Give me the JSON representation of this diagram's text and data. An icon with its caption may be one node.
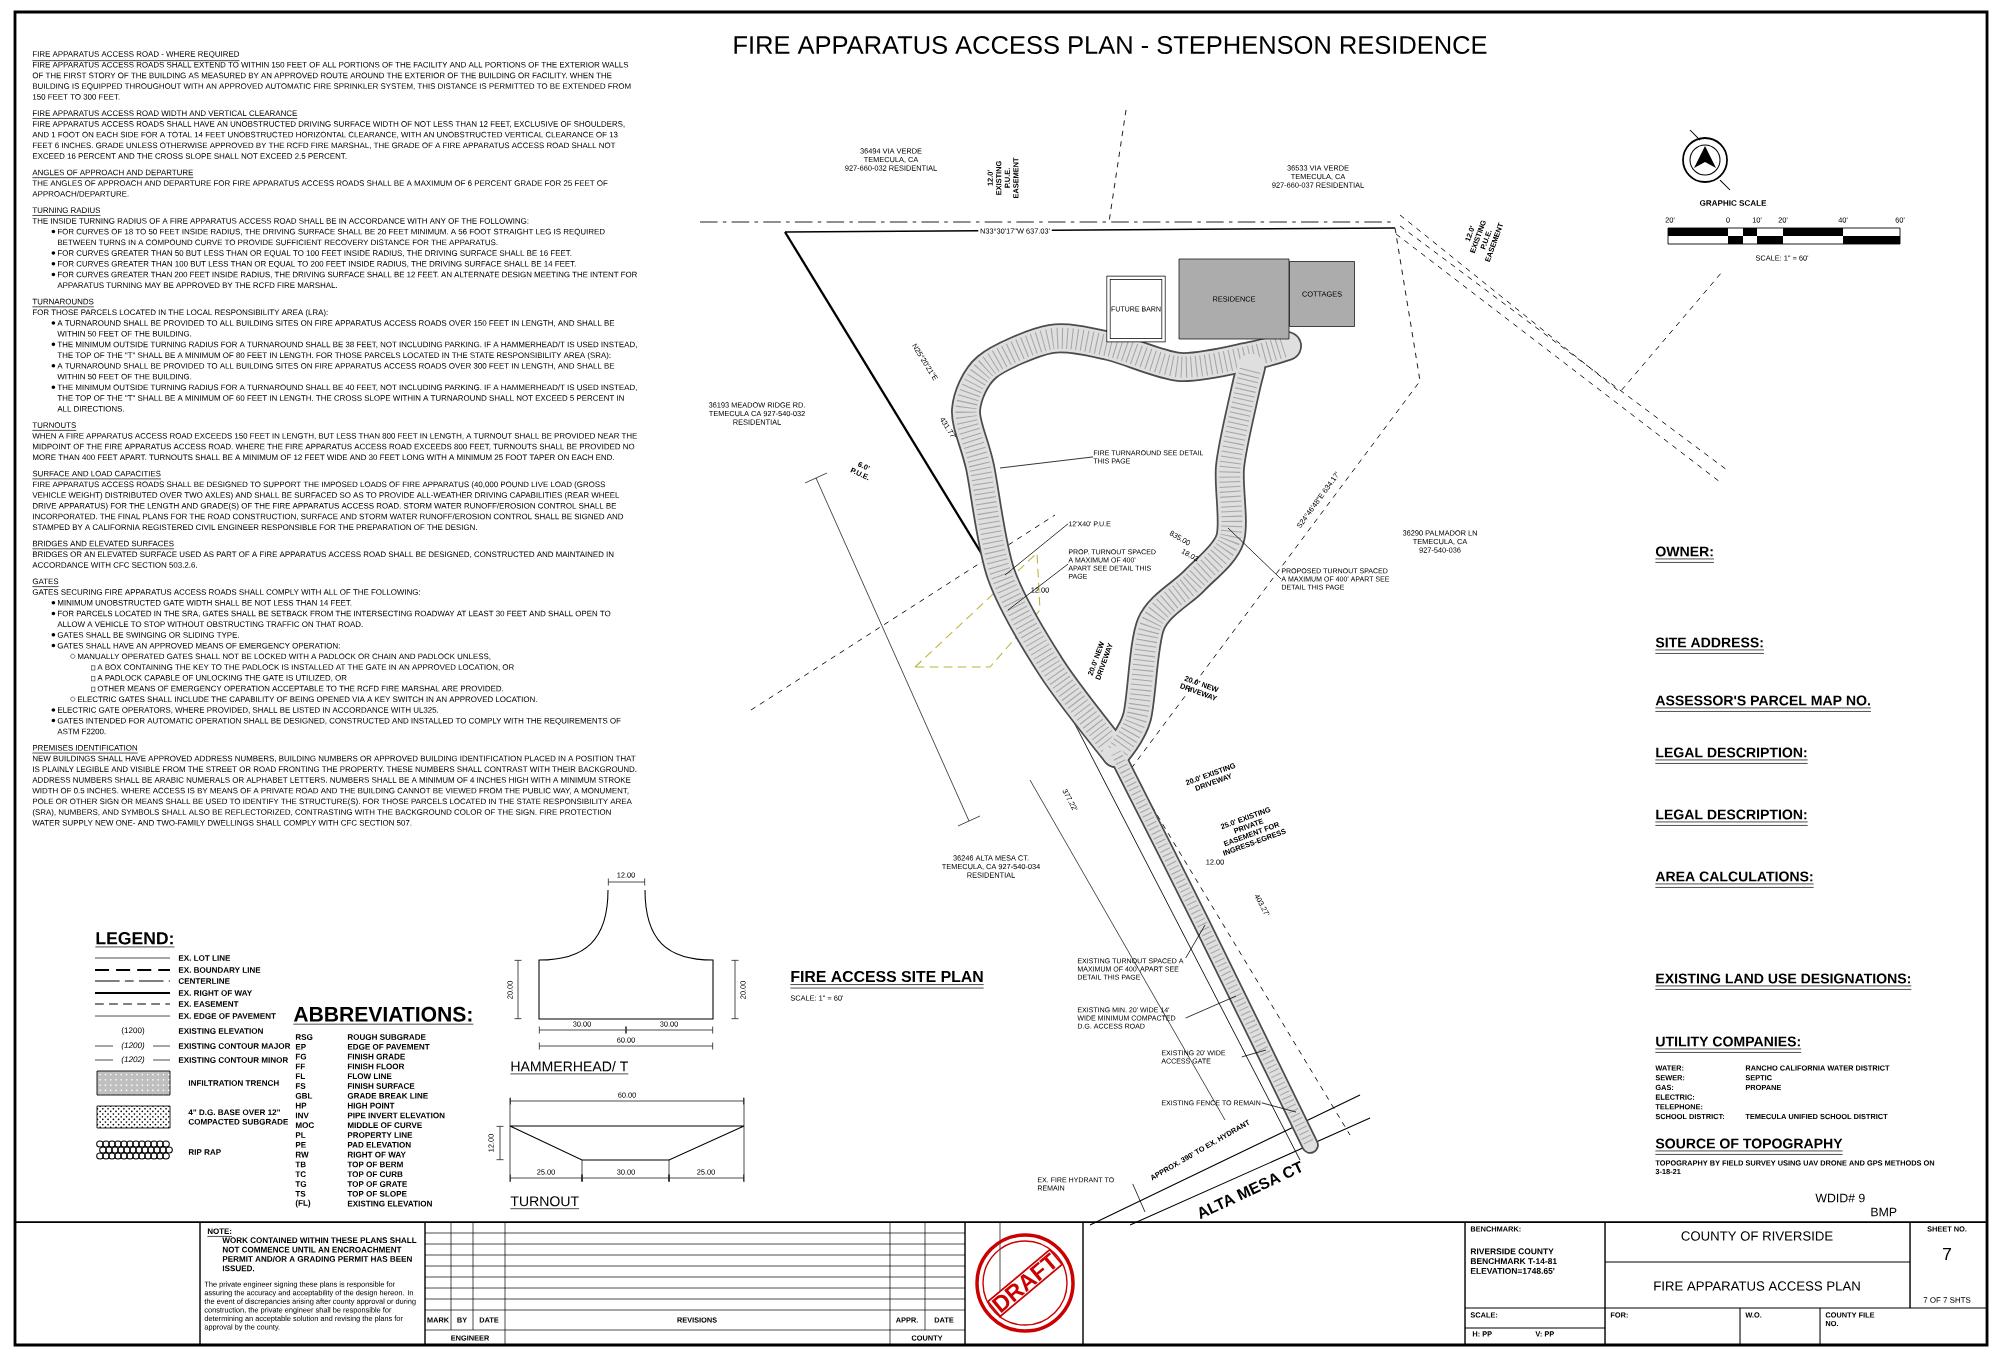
{
  "diagram": {
    "title": "FIRE APPARATUS ACCESS PLAN - STEPHENSON RESIDENCE",
    "nodes": [
      {
        "text": [
          "FUTURE BARN"
        ]
      },
      {
        "text": [
          "RESIDENCE"
        ]
      },
      {
        "text": [
          "COTTAGES"
        ]
      },
      {
        "text": [
          "FIRE TURNAROUND SEE DETAIL THIS PAGE"
        ]
      },
      {
        "text": [
          "12'X40' P.U.E"
        ]
      },
      {
        "text": [
          "PROP. TURNOUT SPACED A MAXIMUM OF 400' APART SEE DETAIL THIS PAGE"
        ]
      },
      {
        "text": [
          "PROPOSED TURNOUT SPACED A MAXIMUM OF 400' APART SEE DETAIL THIS PAGE"
        ]
      },
      {
        "text": [
          "EXISTING TURNOUT SPACED A MAXIMUM OF 400' APART SEE DETAIL THIS PAGE"
        ]
      },
      {
        "text": [
          "EXISTING MIN. 20' WIDE 14' WIDE MINIMUM COMPACTED D.G. ACCESS ROAD"
        ]
      },
      {
        "text": [
          "EXISTING 20' WIDE ACCESS GATE"
        ]
      },
      {
        "text": [
          "EXISTING FENCE TO REMAIN"
        ]
      },
      {
        "text": [
          "EX. FIRE HYDRANT TO REMAIN"
        ]
      }
    ],
    "edges": [
      {
        "from": 3,
        "to": null,
        "arrow": "none"
      },
      {
        "from": 4,
        "to": null,
        "arrow": "none"
      },
      {
        "from": 5,
        "to": null,
        "arrow": "none"
      },
      {
        "from": 6,
        "to": null,
        "arrow": "none"
      },
      {
        "from": 7,
        "to": null,
        "arrow": "none"
      },
      {
        "from": 8,
        "to": null,
        "arrow": "none"
      },
      {
        "from": 9,
        "to": null,
        "arrow": "none"
      },
      {
        "from": 10,
        "to": null,
        "arrow": "none"
      },
      {
        "from": 11,
        "to": null,
        "arrow": "none"
      }
    ],
    "labels": [
      "FIRE APPARATUS ACCESS ROAD - WHERE REQUIRED",
      "FIRE APPARATUS ACCESS ROADS SHALL EXTEND TO WITHIN 150 FEET OF ALL PORTIONS OF THE FACILITY AND ALL PORTIONS OF THE EXTERIOR WALLS OF THE FIRST STORY OF THE BUILDING AS MEASURED BY AN APPROVED ROUTE AROUND THE EXTERIOR OF THE BUILDING OR FACILITY. WHEN THE BUILDING IS EQUIPPED THROUGHOUT WITH AN APPROVED AUTOMATIC FIRE SPRINKLER SYSTEM, THIS DISTANCE IS PERMITTED TO BE EXTENDED FROM 150 FEET TO 300 FEET.",
      "FIRE APPARATUS ACCESS ROAD WIDTH AND VERTICAL CLEARANCE",
      "FIRE APPARATUS ACCESS ROADS SHALL HAVE AN UNOBSTRUCTED DRIVING SURFACE WIDTH OF NOT LESS THAN 12 FEET, EXCLUSIVE OF SHOULDERS, AND 1 FOOT ON EACH SIDE FOR A TOTAL 14 FEET UNOBSTRUCTED HORIZONTAL CLEARANCE, WITH AN UNOBSTRUCTED VERTICAL CLEARANCE OF 13 FEET 6 INCHES. GRADE UNLESS OTHERWISE APPROVED BY THE RCFD FIRE MARSHAL, THE GRADE OF A FIRE APPARATUS ACCESS ROAD SHALL NOT EXCEED 16 PERCENT AND THE CROSS SLOPE SHALL NOT EXCEED 2.5 PERCENT.",
      "ANGLES OF APPROACH AND DEPARTURE",
      "THE ANGLES OF APPROACH AND DEPARTURE FOR FIRE APPARATUS ACCESS ROADS SHALL BE A MAXIMUM OF 6 PERCENT GRADE FOR 25 FEET OF APPROACH/DEPARTURE.",
      "TURNING RADIUS",
      "THE INSIDE TURNING RADIUS OF A FIRE APPARATUS ACCESS ROAD SHALL BE IN ACCORDANCE WITH ANY OF THE FOLLOWING:",
      "FOR CURVES OF 18 TO 50 FEET INSIDE RADIUS, THE DRIVING SURFACE SHALL BE 20 FEET MINIMUM. A 56 FOOT STRAIGHT LEG IS REQUIRED BETWEEN TURNS IN A COMPOUND CURVE TO PROVIDE SUFFICIENT RECOVERY DISTANCE FOR THE APPARATUS.",
      "FOR CURVES GREATER THAN 50 BUT LESS THAN OR EQUAL TO 100 FEET INSIDE RADIUS, THE DRIVING SURFACE SHALL BE 16 FEET.",
      "FOR CURVES GREATER THAN 100 BUT LESS THAN OR EQUAL TO 200 FEET INSIDE RADIUS, THE DRIVING SURFACE SHALL BE 14 FEET.",
      "FOR CURVES GREATER THAN 200 FEET INSIDE RADIUS, THE DRIVING SURFACE SHALL BE 12 FEET. AN ALTERNATE DESIGN MEETING THE INTENT FOR APPARATUS TURNING MAY BE APPROVED BY THE RCFD FIRE MARSHAL.",
      "TURNAROUNDS",
      "FOR THOSE PARCELS LOCATED IN THE LOCAL RESPONSIBILITY AREA (LRA):",
      "A TURNAROUND SHALL BE PROVIDED TO ALL BUILDING SITES ON FIRE APPARATUS ACCESS ROADS OVER 150 FEET IN LENGTH, AND SHALL BE WITHIN 50 FEET OF THE BUILDING.",
      "THE MINIMUM OUTSIDE TURNING RADIUS FOR A TURNAROUND SHALL BE 38 FEET, NOT INCLUDING PARKING. IF A HAMMERHEAD/T IS USED INSTEAD, THE TOP OF THE \"T\" SHALL BE A MINIMUM OF 80 FEET IN LENGTH. FOR THOSE PARCELS LOCATED IN THE STATE RESPONSIBILITY AREA (SRA):",
      "A TURNAROUND SHALL BE PROVIDED TO ALL BUILDING SITES ON FIRE APPARATUS ACCESS ROADS OVER 300 FEET IN LENGTH, AND SHALL BE WITHIN 50 FEET OF THE BUILDING.",
      "THE MINIMUM OUTSIDE TURNING RADIUS FOR A TURNAROUND SHALL BE 40 FEET, NOT INCLUDING PARKING. IF A HAMMERHEAD/T IS USED INSTEAD, THE TOP OF THE \"T\" SHALL BE A MINIMUM OF 60 FEET IN LENGTH. THE CROSS SLOPE WITHIN A TURNAROUND SHALL NOT EXCEED 5 PERCENT IN ALL DIRECTIONS.",
      "TURNOUTS",
      "WHEN A FIRE APPARATUS ACCESS ROAD EXCEEDS 150 FEET IN LENGTH, BUT LESS THAN 800 FEET IN LENGTH, A TURNOUT SHALL BE PROVIDED NEAR THE MIDPOINT OF THE FIRE APPARATUS ACCESS ROAD. WHERE THE FIRE APPARATUS ACCESS ROAD EXCEEDS 800 FEET, TURNOUTS SHALL BE PROVIDED NO MORE THAN 400 FEET APART. TURNOUTS SHALL BE A MINIMUM OF 12 FEET WIDE AND 30 FEET LONG WITH A MINIMUM 25 FOOT TAPER ON EACH END.",
      "SURFACE AND LOAD CAPACITIES",
      "FIRE APPARATUS ACCESS ROADS SHALL BE DESIGNED TO SUPPORT THE IMPOSED LOADS OF FIRE APPARATUS (40,000 POUND LIVE LOAD (GROSS VEHICLE WEIGHT) DISTRIBUTED OVER TWO AXLES) AND SHALL BE SURFACED SO AS TO PROVIDE ALL-WEATHER DRIVING CAPABILITIES (REAR WHEEL DRIVE APPARATUS) FOR THE LENGTH AND GRADE(S) OF THE FIRE APPARATUS ACCESS ROAD. STORM WATER RUNOFF/EROSION CONTROL SHALL BE INCORPORATED. THE FINAL PLANS FOR THE ROAD CONSTRUCTION, SURFACE AND STORM WATER RUNOFF/EROSION CONTROL SHALL BE SIGNED AND STAMPED BY A CALIFORNIA REGISTERED CIVIL ENGINEER RESPONSIBLE FOR THE PREPARATION OF THE DESIGN.",
      "BRIDGES AND ELEVATED SURFACES",
      "BRIDGES OR AN ELEVATED SURFACE USED AS PART OF A FIRE APPARATUS ACCESS ROAD SHALL BE DESIGNED, CONSTRUCTED AND MAINTAINED IN ACCORDANCE WITH CFC SECTION 503.2.6.",
      "GATES",
      "GATES SECURING FIRE APPARATUS ACCESS ROADS SHALL COMPLY WITH ALL OF THE FOLLOWING:",
      "MINIMUM UNOBSTRUCTED GATE WIDTH SHALL BE NOT LESS THAN 14 FEET.",
      "FOR PARCELS LOCATED IN THE SRA, GATES SHALL BE SETBACK FROM THE INTERSECTING ROADWAY AT LEAST 30 FEET AND SHALL OPEN TO ALLOW A VEHICLE TO STOP WITHOUT OBSTRUCTING TRAFFIC ON THAT ROAD.",
      "GATES SHALL BE SWINGING OR SLIDING TYPE.",
      "GATES SHALL HAVE AN APPROVED MEANS OF EMERGENCY OPERATION:",
      "MANUALLY OPERATED GATES SHALL NOT BE LOCKED WITH A PADLOCK OR CHAIN AND PADLOCK UNLESS,",
      "A BOX CONTAINING THE KEY TO THE PADLOCK IS INSTALLED AT THE GATE IN AN APPROVED LOCATION, OR",
      "A PADLOCK CAPABLE OF UNLOCKING THE GATE IS UTILIZED, OR",
      "OTHER MEANS OF EMERGENCY OPERATION ACCEPTABLE TO THE RCFD FIRE MARSHAL ARE PROVIDED.",
      "ELECTRIC GATES SHALL INCLUDE THE CAPABILITY OF BEING OPENED VIA A KEY SWITCH IN AN APPROVED LOCATION.",
      "ELECTRIC GATE OPERATORS, WHERE PROVIDED, SHALL BE LISTED IN ACCORDANCE WITH UL325.",
      "GATES INTENDED FOR AUTOMATIC OPERATION SHALL BE DESIGNED, CONSTRUCTED AND INSTALLED TO COMPLY WITH THE REQUIREMENTS OF ASTM F2200.",
      "PREMISES IDENTIFICATION",
      "NEW BUILDINGS SHALL HAVE APPROVED ADDRESS NUMBERS, BUILDING NUMBERS OR APPROVED BUILDING IDENTIFICATION PLACED IN A POSITION THAT IS PLAINLY LEGIBLE AND VISIBLE FROM THE STREET OR ROAD FRONTING THE PROPERTY. THESE NUMBERS SHALL CONTRAST WITH THEIR BACKGROUND. ADDRESS NUMBERS SHALL BE ARABIC NUMERALS OR ALPHABET LETTERS. NUMBERS SHALL BE A MINIMUM OF 4 INCHES HIGH WITH A MINIMUM STROKE WIDTH OF 0.5 INCHES. WHERE ACCESS IS BY MEANS OF A PRIVATE ROAD AND THE BUILDING CANNOT BE VIEWED FROM THE PUBLIC WAY, A MONUMENT, POLE OR OTHER SIGN OR MEANS SHALL BE USED TO IDENTIFY THE STRUCTURE(S). FOR THOSE PARCELS LOCATED IN THE STATE RESPONSIBILITY AREA (SRA), NUMBERS, AND SYMBOLS SHALL ALSO BE REFLECTORIZED, CONTRASTING WITH THE BACKGROUND COLOR OF THE SIGN. FIRE PROTECTION WATER SUPPLY NEW ONE- AND TWO-FAMILY DWELLINGS SHALL COMPLY WITH CFC SECTION 507.",
      "36494 VIA VERDE TEMECULA, CA 927-660-032 RESIDENTIAL",
      "36533 VIA VERDE TEMECULA, CA 927-660-037 RESIDENTIAL",
      "36193 MEADOW RIDGE RD. TEMECULA CA 927-540-032 RESIDENTIAL",
      "36290 PALMADOR LN TEMECULA, CA 927-540-036",
      "36246 ALTA MESA CT. TEMECULA, CA 927-540-034 RESIDENTIAL",
      "12.0' EXISTING P.U.E. EASEMENT",
      "12.0' EXISTING P.U.E. EASEMENT",
      "N33°30'17\"W 637.03'",
      "N25°20'21\"E",
      "431.77'",
      "6.0' P.U.E.",
      "835.00",
      "18.03",
      "12.00",
      "20.0' NEW DRIVEWAY",
      "20.0' NEW DRIVEWAY",
      "S24°46'48\"E 634.17'",
      "20.0' EXISTING DRIVEWAY",
      "25.0' EXISTING PRIVATE EASEMENT FOR INGRESS-EGRESS",
      "377.22'",
      "12.00",
      "403.27'",
      "APPROX. 390' TO EX. HYDRANT",
      "ALTA MESA CT",
      "FIRE ACCESS SITE PLAN",
      "SCALE: 1\" = 60'",
      "GRAPHIC SCALE",
      "20'",
      "0",
      "10'",
      "20'",
      "40'",
      "60'",
      "SCALE: 1\" = 60'",
      "OWNER:",
      "SITE ADDRESS:",
      "ASSESSOR'S PARCEL MAP NO.",
      "LEGAL DESCRIPTION:",
      "LEGAL DESCRIPTION:",
      "AREA CALCULATIONS:",
      "EXISTING LAND USE DESIGNATIONS:",
      "UTILITY COMPANIES:",
      "WATER:",
      "RANCHO CALIFORNIA WATER DISTRICT",
      "SEWER:",
      "SEPTIC",
      "GAS:",
      "PROPANE",
      "ELECTRIC:",
      "TELEPHONE:",
      "SCHOOL DISTRICT:",
      "TEMECULA UNIFIED SCHOOL DISTRICT",
      "SOURCE OF TOPOGRAPHY",
      "TOPOGRAPHY BY FIELD SURVEY USING UAV DRONE AND GPS METHODS ON 3-18-21",
      "WDID# 9",
      "BMP",
      "LEGEND:",
      "(1200)",
      "(1200)",
      "(1202)",
      "ABBREVIATIONS:",
      "RSG",
      "ROUGH SUBGRADE",
      "EP",
      "EDGE OF PAVEMENT",
      "FG",
      "FINISH GRADE",
      "FF",
      "FINISH FLOOR",
      "FL",
      "FLOW LINE",
      "FS",
      "FINISH SURFACE",
      "GBL",
      "GRADE BREAK LINE",
      "HP",
      "HIGH POINT",
      "INV",
      "PIPE INVERT ELEVATION",
      "MOC",
      "MIDDLE OF CURVE",
      "PL",
      "PROPERTY LINE",
      "PE",
      "PAD ELEVATION",
      "RW",
      "RIGHT OF WAY",
      "TB",
      "TOP OF BERM",
      "TC",
      "TOP OF CURB",
      "TG",
      "TOP OF GRATE",
      "TS",
      "TOP OF SLOPE",
      "(FL)",
      "EXISTING ELEVATION",
      "12.00",
      "20.00",
      "20.00",
      "30.00",
      "30.00",
      "60.00",
      "HAMMERHEAD/ T",
      "60.00",
      "12.00",
      "25.00",
      "30.00",
      "25.00",
      "TURNOUT",
      "NOTE:",
      "WORK CONTAINED WITHIN THESE PLANS SHALL NOT COMMENCE UNTIL AN ENCROACHMENT PERMIT AND/OR A GRADING PERMIT HAS BEEN ISSUED.",
      "The private engineer signing these plans is responsible for assuring the accuracy and acceptability of the design hereon. In the event of discrepancies arising after county approval or during construction, the private engineer shall be responsible for determining an acceptable solution and revising the plans for approval by the county.",
      "MARK",
      "BY",
      "DATE",
      "REVISIONS",
      "APPR.",
      "DATE",
      "ENGINEER",
      "COUNTY",
      "DRAFT",
      "BENCHMARK:",
      "RIVERSIDE COUNTY BENCHMARK T-14-81 ELEVATION=1748.65'",
      "SCALE:",
      "H: PP",
      "V: PP",
      "COUNTY OF RIVERSIDE",
      "FIRE APPARATUS ACCESS PLAN",
      "SHEET NO.",
      "7",
      "7 OF 7 SHTS",
      "FOR:",
      "W.O.",
      "COUNTY FILE NO."
    ],
    "legend": [
      {
        "text": "EX. LOT LINE"
      },
      {
        "text": "EX. BOUNDARY LINE"
      },
      {
        "text": "CENTERLINE"
      },
      {
        "text": "EX. RIGHT OF WAY"
      },
      {
        "text": "EX. EASEMENT"
      },
      {
        "text": "EX. EDGE OF PAVEMENT"
      },
      {
        "text": "EXISTING ELEVATION"
      },
      {
        "text": "EXISTING CONTOUR MAJOR"
      },
      {
        "text": "EXISTING CONTOUR MINOR"
      },
      {
        "text": "INFILTRATION TRENCH"
      },
      {
        "text": "4\" D.G. BASE OVER 12\" COMPACTED SUBGRADE"
      },
      {
        "text": "RIP RAP"
      }
    ]
  }
}
